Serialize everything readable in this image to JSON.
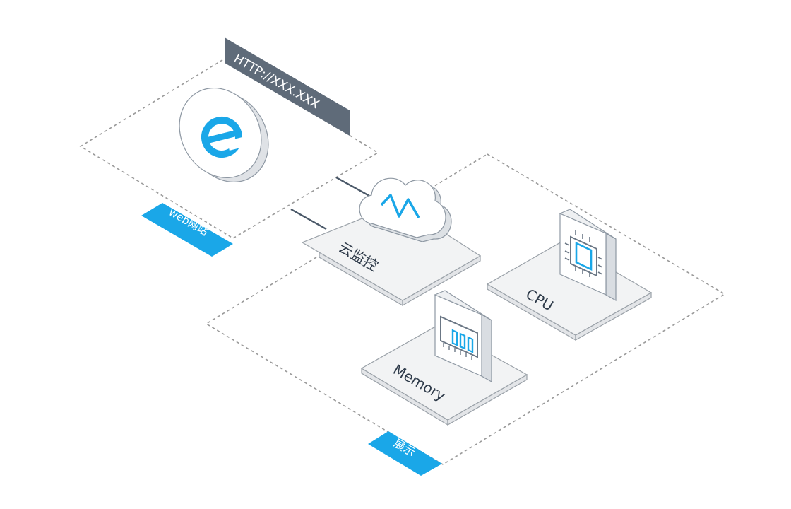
{
  "diagram": {
    "url_label": "HTTP://XXX.XXX",
    "website_label": "web网站",
    "monitor_label": "云监控",
    "cpu_label": "CPU",
    "memory_label": "Memory",
    "display_label": "展示"
  },
  "colors": {
    "accent": "#1aa7e8",
    "url_tag": "#5f6b79",
    "dash": "#9a9a9a",
    "plate": "#f2f3f4",
    "plate_side": "#e3e5e8",
    "outline": "#6b7785",
    "text": "#2f3b4a"
  },
  "icons": {
    "website": "browser-e-icon",
    "monitor": "cloud-pulse-icon",
    "cpu": "cpu-chip-icon",
    "memory": "memory-module-icon"
  }
}
